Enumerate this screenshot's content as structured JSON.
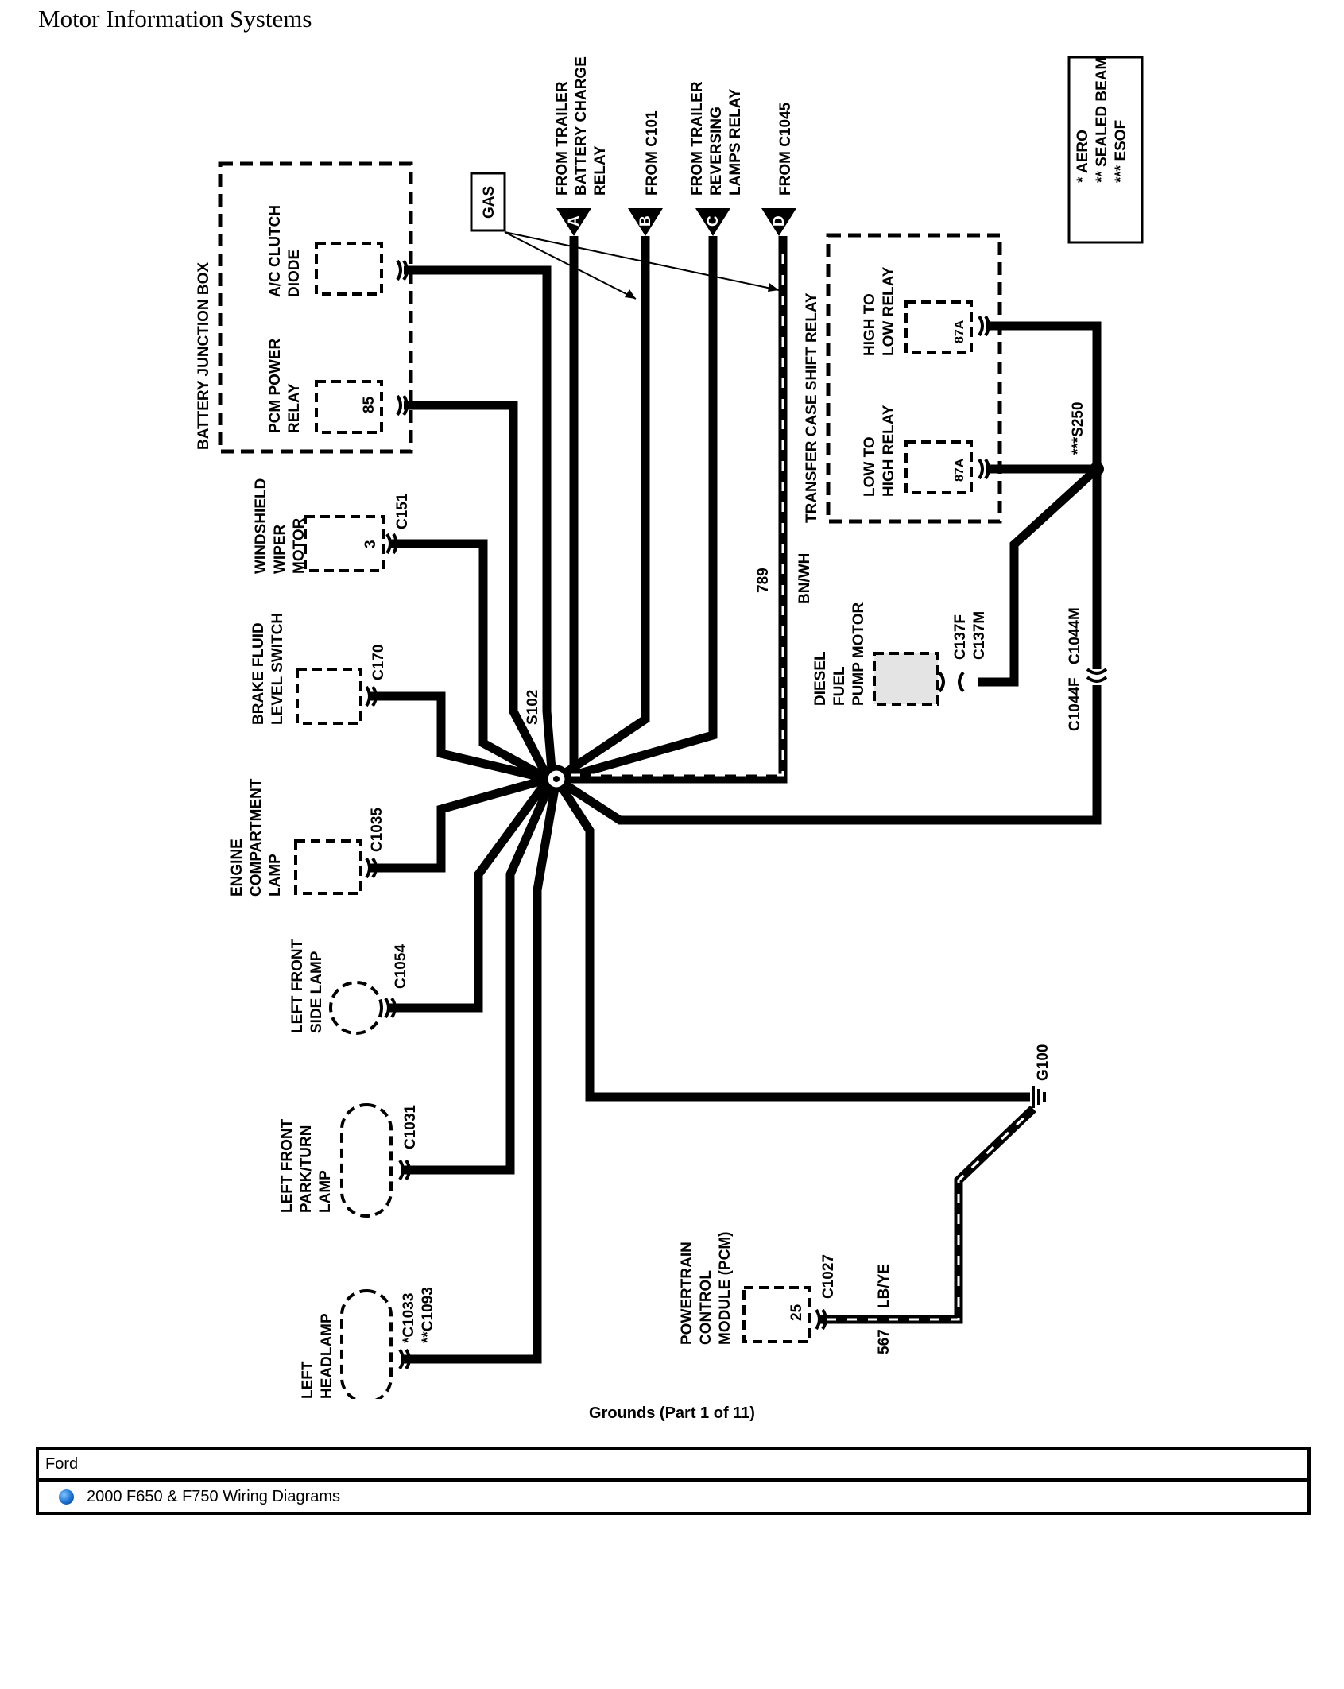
{
  "header": {
    "title": "Motor Information Systems"
  },
  "legend": {
    "items": [
      "*  AERO",
      "**  SEALED BEAM",
      "***  ESOF"
    ]
  },
  "top_inputs": [
    {
      "letter": "A",
      "label_lines": [
        "FROM TRAILER",
        "BATTERY CHARGE",
        "RELAY"
      ]
    },
    {
      "letter": "B",
      "label_lines": [
        "FROM C101"
      ]
    },
    {
      "letter": "C",
      "label_lines": [
        "FROM TRAILER",
        "REVERSING",
        "LAMPS RELAY"
      ]
    },
    {
      "letter": "D",
      "label_lines": [
        "FROM C1045"
      ]
    }
  ],
  "gas_note": "GAS",
  "battery_junction_box": {
    "title": "BATTERY JUNCTION BOX",
    "ac_clutch_lines": [
      "A/C CLUTCH",
      "DIODE"
    ],
    "pcm_relay_lines": [
      "PCM POWER",
      "RELAY"
    ],
    "pcm_relay_pin": "85"
  },
  "transfer_case_relay": {
    "title": "TRANSFER CASE SHIFT RELAY",
    "high_to_low_lines": [
      "HIGH TO",
      "LOW RELAY"
    ],
    "high_to_low_pin": "87A",
    "low_to_high_lines": [
      "LOW TO",
      "HIGH RELAY"
    ],
    "low_to_high_pin": "87A"
  },
  "splices": {
    "s250": "***S250",
    "s102": "S102"
  },
  "wire_789": {
    "circuit": "789",
    "color": "BN/WH"
  },
  "diesel_pump": {
    "lines": [
      "DIESEL",
      "FUEL",
      "PUMP MOTOR"
    ],
    "conn1": "C137F",
    "conn2": "C137M"
  },
  "c1044": {
    "female": "C1044F",
    "male": "C1044M"
  },
  "components": {
    "wiper": {
      "lines": [
        "WINDSHIELD",
        "WIPER",
        "MOTOR"
      ],
      "pin": "3",
      "connector": "C151"
    },
    "brake": {
      "lines": [
        "BRAKE FLUID",
        "LEVEL SWITCH"
      ],
      "connector": "C170"
    },
    "engine_lamp": {
      "lines": [
        "ENGINE",
        "COMPARTMENT",
        "LAMP"
      ],
      "connector": "C1035"
    },
    "side_lamp": {
      "lines": [
        "LEFT FRONT",
        "SIDE LAMP"
      ],
      "connector": "C1054"
    },
    "park_turn": {
      "lines": [
        "LEFT FRONT",
        "PARK/TURN",
        "LAMP"
      ],
      "connector": "C1031"
    },
    "headlamp": {
      "lines": [
        "LEFT",
        "HEADLAMP"
      ],
      "connector1": "*C1033",
      "connector2": "**C1093"
    },
    "pcm": {
      "lines": [
        "POWERTRAIN",
        "CONTROL",
        "MODULE (PCM)"
      ],
      "pin": "25",
      "connector": "C1027"
    }
  },
  "ground": {
    "name": "G100"
  },
  "wire_567": {
    "circuit": "567",
    "color": "LB/YE"
  },
  "caption": "Grounds (Part 1 of 11)",
  "footer": {
    "make": "Ford",
    "book": "2000 F650 & F750 Wiring Diagrams"
  },
  "colors": {
    "wire": "#000000",
    "background": "#ffffff",
    "globe": "#1a6fd1"
  }
}
